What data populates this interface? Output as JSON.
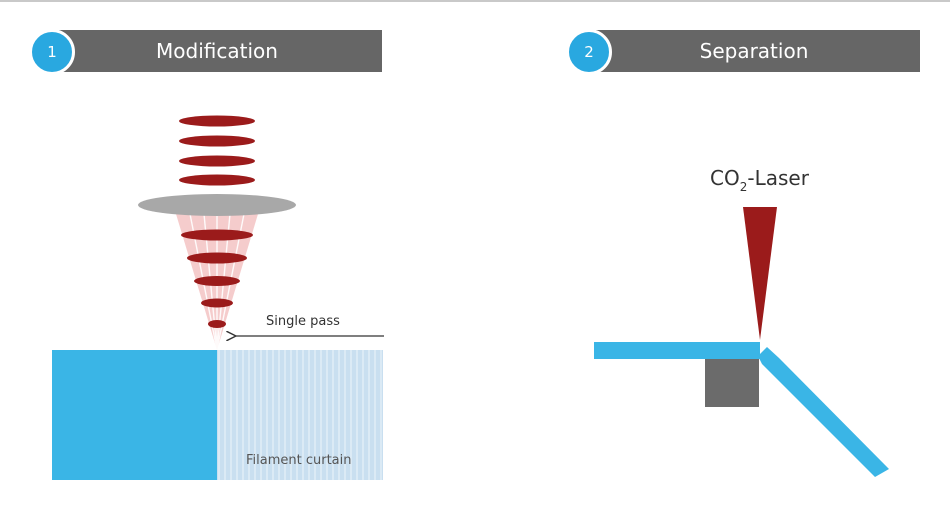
{
  "steps": [
    {
      "number": "1",
      "title": "Modification"
    },
    {
      "number": "2",
      "title": "Separation"
    }
  ],
  "labels": {
    "single_pass": "Single pass",
    "filament_curtain": "Filament curtain",
    "co2_prefix": "CO",
    "co2_subscript": "2",
    "co2_suffix": "-Laser"
  },
  "colors": {
    "header_bg": "#666666",
    "step_badge": "#29a8e0",
    "glass": "#3ab5e6",
    "filament_zone": "#c9dff0",
    "laser_red": "#9b1b1b",
    "lens_gray": "#a8a8a8",
    "cone_pink": "#f5cccc",
    "support_block": "#6b6b6b"
  }
}
